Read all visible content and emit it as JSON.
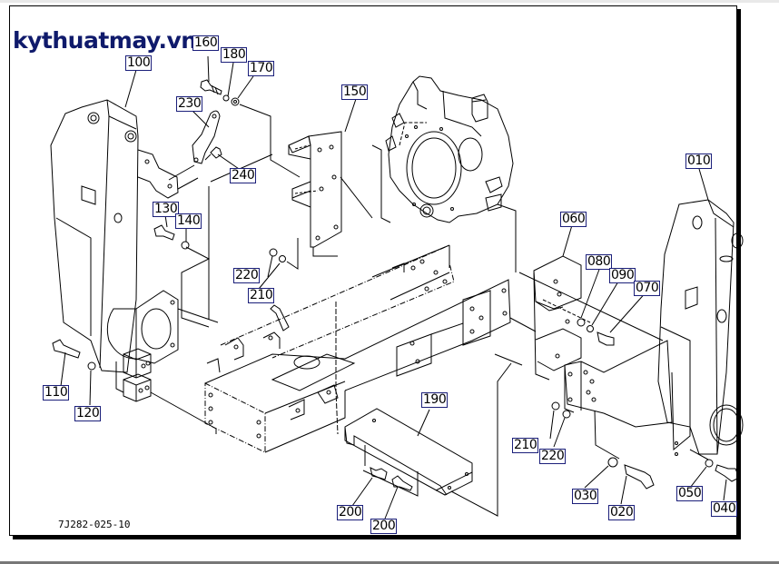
{
  "watermark": "kythuatmay.vn",
  "figure_code": "7J282-025-10",
  "colors": {
    "watermark": "#0f1a6b",
    "callout_border": "#1b1f7a",
    "line": "#000000"
  },
  "callouts": {
    "c010": "010",
    "c020": "020",
    "c030": "030",
    "c040": "040",
    "c050": "050",
    "c060": "060",
    "c070": "070",
    "c080": "080",
    "c090": "090",
    "c100": "100",
    "c110": "110",
    "c120": "120",
    "c130": "130",
    "c140": "140",
    "c150": "150",
    "c160": "160",
    "c170": "170",
    "c180": "180",
    "c190": "190",
    "c200a": "200",
    "c200b": "200",
    "c210a": "210",
    "c210b": "210",
    "c220a": "220",
    "c220b": "220",
    "c230": "230",
    "c240": "240"
  },
  "parts": [
    {
      "name": "left-bracket",
      "ref": "100"
    },
    {
      "name": "right-bracket",
      "ref": "010"
    },
    {
      "name": "flywheel-housing",
      "ref": ""
    },
    {
      "name": "center-frame",
      "ref": ""
    },
    {
      "name": "support-plate",
      "ref": "150"
    },
    {
      "name": "spacer-block",
      "ref": "060"
    },
    {
      "name": "cover-bracket",
      "ref": "190"
    },
    {
      "name": "stay",
      "ref": "230"
    }
  ]
}
